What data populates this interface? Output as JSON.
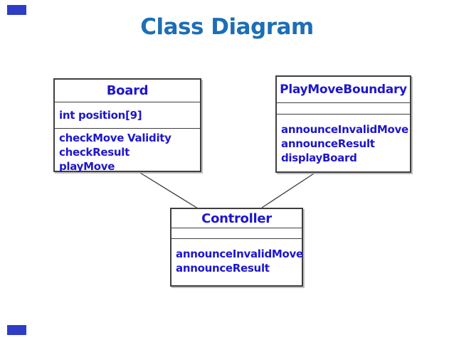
{
  "slide": {
    "title": "Class Diagram"
  },
  "colors": {
    "title_text": "#1D6EB5",
    "class_text": "#1E16CD",
    "border": "#3f3f3f",
    "accent_bar": "#2E3CC6",
    "background": "#ffffff"
  },
  "classes": [
    {
      "name": "Board",
      "attributes": [
        "int position[9]"
      ],
      "methods": [
        "checkMove Validity",
        "checkResult",
        "playMove"
      ]
    },
    {
      "name": "PlayMoveBoundary",
      "attributes": [],
      "methods": [
        "announceInvalidMove",
        "announceResult",
        "displayBoard"
      ]
    },
    {
      "name": "Controller",
      "attributes": [],
      "methods": [
        "announceInvalidMove",
        "announceResult"
      ]
    }
  ],
  "connectors": [
    {
      "from": "Board",
      "to": "Controller"
    },
    {
      "from": "PlayMoveBoundary",
      "to": "Controller"
    }
  ]
}
